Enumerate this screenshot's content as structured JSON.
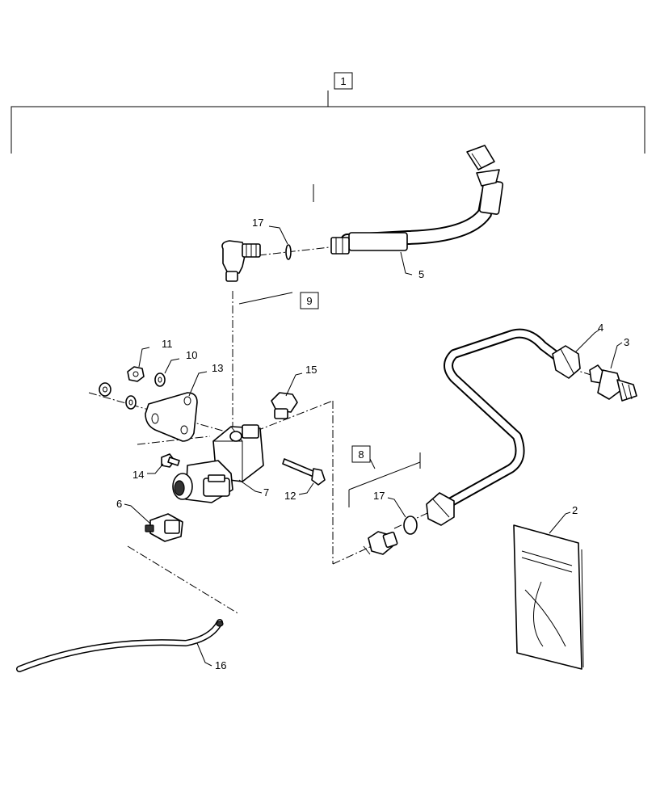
{
  "diagram": {
    "kit_label": "1",
    "subassembly_labels": {
      "fitting_group": "9",
      "adapter_group": "8"
    },
    "callouts": {
      "booklet": "2",
      "adapter_fitting": "3",
      "tube_nut": "4",
      "hose": "5",
      "connector": "6",
      "valve": "7",
      "washer": "10",
      "nut": "11",
      "bolt_long": "12",
      "bracket": "13",
      "bolt_short": "14",
      "plug": "15",
      "wire": "16",
      "o_ring_upper": "17",
      "o_ring_lower": "17"
    }
  }
}
